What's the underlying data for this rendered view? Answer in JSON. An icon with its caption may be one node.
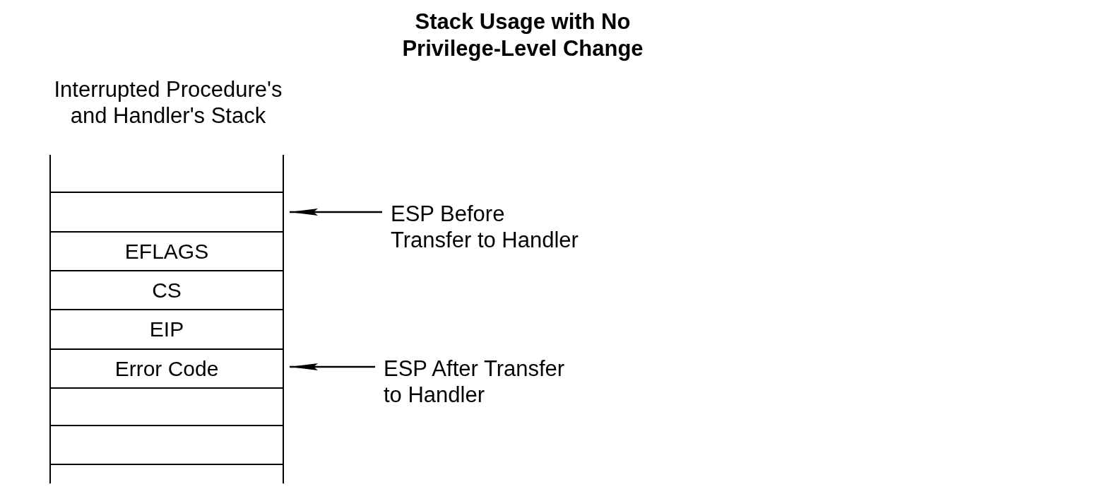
{
  "diagram": {
    "title": "Stack Usage with No Privilege-Level Change",
    "nodes": [
      {
        "text": [
          "Interrupted Procedure's and Handler's Stack"
        ]
      },
      {
        "text": [],
        "shape": "box",
        "in": 0
      },
      {
        "text": [],
        "shape": "box",
        "in": 0
      },
      {
        "text": [
          "EFLAGS"
        ],
        "in": 0
      },
      {
        "text": [
          "CS"
        ],
        "in": 0
      },
      {
        "text": [
          "EIP"
        ],
        "in": 0
      },
      {
        "text": [
          "Error Code"
        ],
        "in": 0
      },
      {
        "text": [],
        "shape": "box",
        "in": 0
      },
      {
        "text": [],
        "shape": "box",
        "in": 0
      },
      {
        "text": [],
        "shape": "box",
        "in": 0
      },
      {
        "text": [
          "ESP Before Transfer to Handler"
        ]
      },
      {
        "text": [
          "ESP After Transfer to Handler"
        ]
      }
    ],
    "edges": [
      {
        "from": 10,
        "to": 2,
        "arrow": "to"
      },
      {
        "from": 11,
        "to": 6,
        "arrow": "to"
      }
    ]
  }
}
